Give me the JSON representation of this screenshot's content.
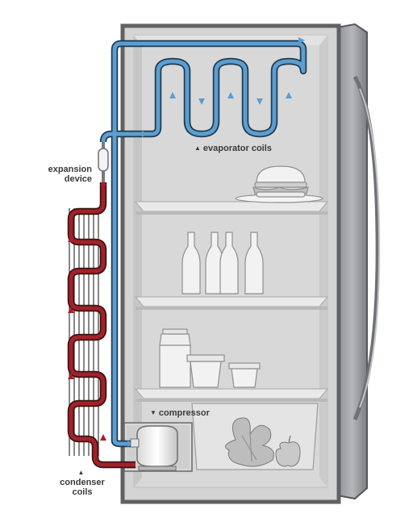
{
  "labels": {
    "evaporator": "evaporator coils",
    "expansion_line1": "expansion",
    "expansion_line2": "device",
    "compressor": "compressor",
    "condenser_line1": "condenser",
    "condenser_line2": "coils"
  },
  "colors": {
    "cabinet_fill": "#d4d4d4",
    "cabinet_frame": "#5f6163",
    "door_fill": "#9c9ea1",
    "shelf": "#c9c9c9",
    "cold_pipe": "#5d9ecf",
    "hot_pipe": "#a2222a",
    "item_fill": "#f0f0f0",
    "item_stroke": "#8f8f8f"
  },
  "icons": [
    "refrigerator-cabinet",
    "burger-icon",
    "bottle-icon",
    "milk-carton-icon",
    "cup-icon",
    "lettuce-icon",
    "apple-icon",
    "compressor-icon"
  ]
}
